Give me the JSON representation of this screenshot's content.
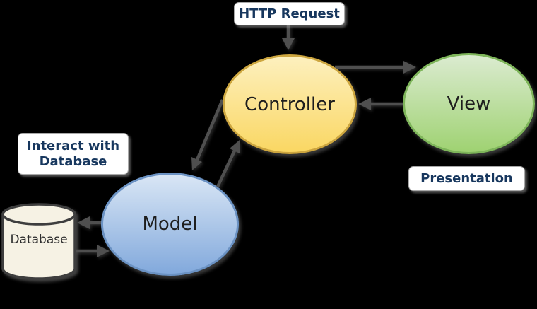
{
  "diagram": {
    "type": "mvc-architecture",
    "nodes": {
      "controller": {
        "label": "Controller",
        "fill_top": "#FDF0BE",
        "fill_bottom": "#FAD763",
        "border_color": "#CDA63F"
      },
      "view": {
        "label": "View",
        "fill_top": "#DBEBD0",
        "fill_bottom": "#9FD272",
        "border_color": "#7EB55A"
      },
      "model": {
        "label": "Model",
        "fill_top": "#D9E6F5",
        "fill_bottom": "#82A9DC",
        "border_color": "#6B92C3"
      },
      "database": {
        "label": "Database",
        "fill": "#F6F2E4",
        "border_color": "#3E3E3E"
      }
    },
    "annotations": {
      "http_request": {
        "text": "HTTP Request"
      },
      "interact_with_database": {
        "line1": "Interact with",
        "line2": "Database"
      },
      "presentation": {
        "text": "Presentation"
      }
    },
    "edges": [
      {
        "from": "http-request-label",
        "to": "controller",
        "direction": "down"
      },
      {
        "from": "controller",
        "to": "view",
        "direction": "right"
      },
      {
        "from": "view",
        "to": "controller",
        "direction": "left"
      },
      {
        "from": "controller",
        "to": "model",
        "direction": "down-left"
      },
      {
        "from": "model",
        "to": "controller",
        "direction": "up-right"
      },
      {
        "from": "model",
        "to": "database",
        "direction": "left"
      },
      {
        "from": "database",
        "to": "model",
        "direction": "right"
      }
    ],
    "colors": {
      "arrow": "#4F4F4F",
      "label_text": "#17375E",
      "label_background": "#FFFFFF",
      "node_text": "#1E1E1E",
      "background": "#000000"
    }
  }
}
